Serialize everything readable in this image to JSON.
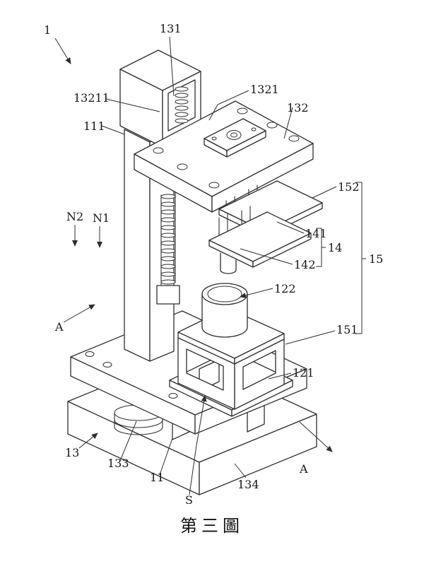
{
  "drawing": {
    "background": "#ffffff",
    "line_color": "#2e2e2e",
    "description": "Patent-style isometric line drawing of a press/testing machine, figure 3"
  },
  "caption": "第三圖",
  "labels": {
    "device": "1",
    "screw": "131",
    "screw_nut": "13211",
    "mount": "1321",
    "top_plate": "132",
    "column": "111",
    "plate_152": "152",
    "plate_141": "141",
    "group_14": "14",
    "plate_142": "142",
    "group_15": "15",
    "dir_n2": "N2",
    "dir_n1": "N1",
    "cylinder": "122",
    "section_a_left": "A",
    "frame": "151",
    "frame_plate": "121",
    "base": "13",
    "spring": "133",
    "base_plate": "11",
    "sensor": "S",
    "base_slab": "134",
    "section_a_right": "A"
  }
}
